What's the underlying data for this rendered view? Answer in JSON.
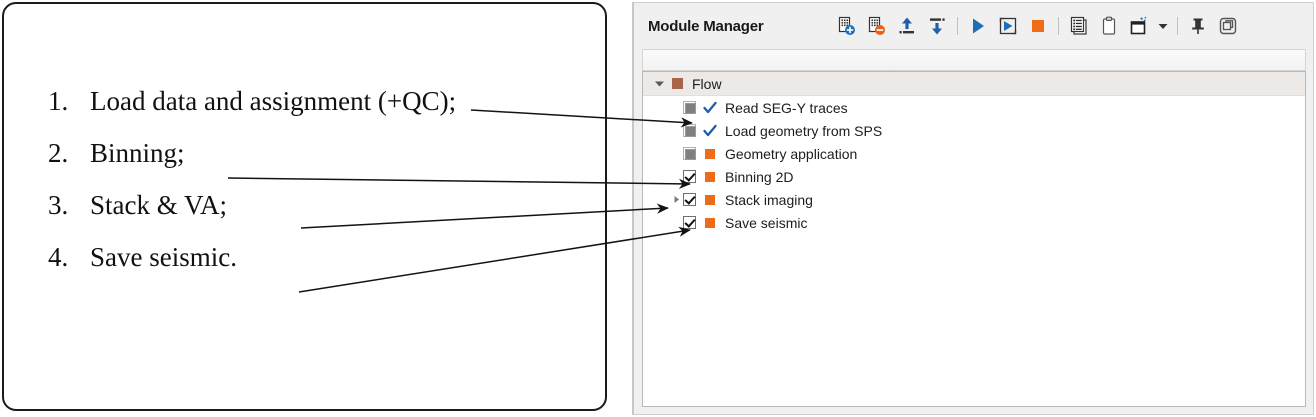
{
  "left_panel": {
    "steps": [
      {
        "num": "1.",
        "text": "Load data and assignment (+QC);"
      },
      {
        "num": "2.",
        "text": "Binning;"
      },
      {
        "num": "3.",
        "text": "Stack & VA;"
      },
      {
        "num": "4.",
        "text": "Save seismic."
      }
    ]
  },
  "module_manager": {
    "title": "Module Manager",
    "toolbar": [
      {
        "name": "add-module-icon",
        "label": "Add module"
      },
      {
        "name": "remove-module-icon",
        "label": "Remove module"
      },
      {
        "name": "move-up-icon",
        "label": "Move up"
      },
      {
        "name": "move-down-icon",
        "label": "Move down"
      },
      {
        "name": "run-flow-icon",
        "label": "Run flow"
      },
      {
        "name": "run-step-icon",
        "label": "Run step"
      },
      {
        "name": "stop-icon",
        "label": "Stop"
      },
      {
        "name": "log-icon",
        "label": "Log"
      },
      {
        "name": "clipboard-icon",
        "label": "Clipboard"
      },
      {
        "name": "new-window-icon",
        "label": "New window"
      },
      {
        "name": "dropdown-caret-icon",
        "label": "More"
      },
      {
        "name": "pin-icon",
        "label": "Pin"
      },
      {
        "name": "float-window-icon",
        "label": "Float"
      }
    ],
    "tree": {
      "root": {
        "label": "Flow",
        "expander": "expanded",
        "icon": "brown-square"
      },
      "items": [
        {
          "label": "Read SEG-Y traces",
          "checkbox": "disabled",
          "status": "blue-check",
          "expander": "none"
        },
        {
          "label": "Load geometry from SPS",
          "checkbox": "disabled",
          "status": "blue-check",
          "expander": "none"
        },
        {
          "label": "Geometry application",
          "checkbox": "disabled",
          "status": "orange-square",
          "expander": "none"
        },
        {
          "label": "Binning 2D",
          "checkbox": "checked",
          "status": "orange-square",
          "expander": "none"
        },
        {
          "label": "Stack imaging",
          "checkbox": "checked",
          "status": "orange-square",
          "expander": "collapsed"
        },
        {
          "label": "Save seismic",
          "checkbox": "checked",
          "status": "orange-square",
          "expander": "none"
        }
      ]
    }
  },
  "colors": {
    "accent_orange": "#ef6c16",
    "accent_blue": "#1f5faa",
    "flow_brown": "#a8654a",
    "panel_bg": "#f0f0f0",
    "root_row_bg": "#ece9e6"
  },
  "annotations": {
    "arrows": [
      {
        "from_step": "1.",
        "to_item": "Read SEG-Y traces"
      },
      {
        "from_step": "2.",
        "to_item": "Binning 2D"
      },
      {
        "from_step": "3.",
        "to_item": "Stack imaging"
      },
      {
        "from_step": "4.",
        "to_item": "Save seismic"
      }
    ]
  }
}
